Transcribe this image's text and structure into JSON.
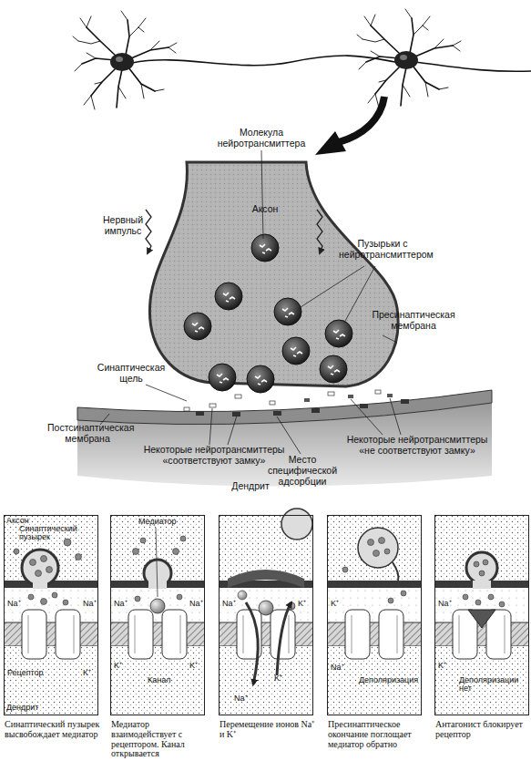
{
  "diagram": {
    "nodes": [
      {
        "text": [
          "Синаптический пузырек высвобождает медиатор",
          "Аксон",
          "Синаптический пузырек",
          "Na⁺",
          "Na⁺",
          "Рецептор",
          "K⁺",
          "Дендрит"
        ]
      },
      {
        "text": [
          "Медиатор взаимодействует с рецептором. Канал открывается",
          "Медиатор",
          "Na⁺",
          "Na⁺",
          "K⁺",
          "Канал",
          "K⁺"
        ]
      },
      {
        "text": [
          "Перемещение ионов Na⁺ и K⁺",
          "Na⁺",
          "K⁺",
          "Na⁺",
          "K⁺"
        ]
      },
      {
        "text": [
          "Пресинаптическое окончание поглощает медиатор обратно",
          "K⁺",
          "Na⁺",
          "Деполяризация"
        ]
      },
      {
        "text": [
          "Антагонист блокирует рецептор",
          "Na⁺",
          "K⁺",
          "Деполяризации нет"
        ]
      }
    ],
    "labels": [
      "Молекула нейротрансмиттера",
      "Нервный импульс",
      "Аксон",
      "Пузырьки с нейротрансмиттером",
      "Пресинаптическая мембрана",
      "Синаптическая щель",
      "Постсинаптическая мембрана",
      "Некоторые нейротрансмиттеры «соответствуют замку»",
      "Место специфической адсорбции",
      "Некоторые нейротрансмиттеры «не соответствуют замку»",
      "Дендрит"
    ]
  }
}
